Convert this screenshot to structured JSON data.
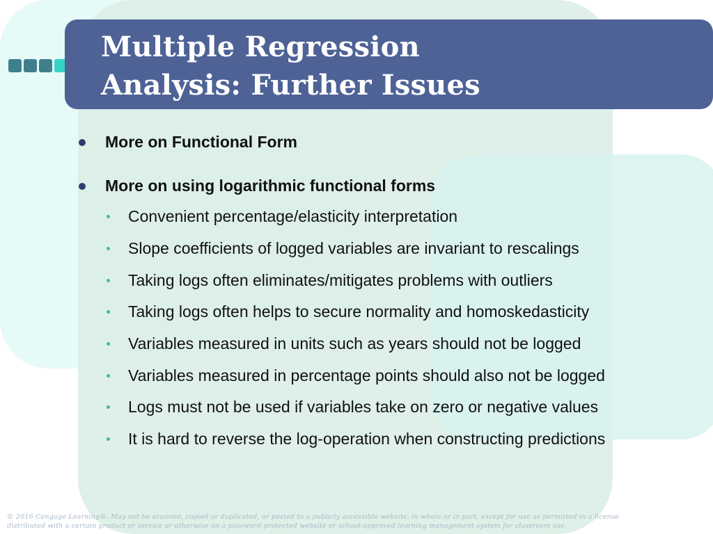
{
  "slide": {
    "title_line1": "Multiple Regression",
    "title_line2": "Analysis: Further Issues"
  },
  "bullets": [
    {
      "text": "More on Functional Form"
    },
    {
      "text": "More on using logarithmic functional forms"
    }
  ],
  "sub_bullets": [
    {
      "text": "Convenient percentage/elasticity interpretation"
    },
    {
      "text": "Slope coefficients of logged variables are invariant to rescalings"
    },
    {
      "text": "Taking logs often eliminates/mitigates problems with outliers"
    },
    {
      "text": "Taking logs often helps to secure normality and homoskedasticity"
    },
    {
      "text": "Variables measured in units such as years should not be logged"
    },
    {
      "text": "Variables measured in percentage points should also not be logged"
    },
    {
      "text": "Logs must not be used if variables take on zero or negative values"
    },
    {
      "text": "It is hard to reverse the log-operation when constructing predictions"
    }
  ],
  "footer": {
    "line1": "© 2016 Cengage Learning®. May not be scanned, copied or duplicated, or posted to a publicly accessible website, in whole or in part, except for use as permitted in a license",
    "line2": "distributed with a certain product or service or otherwise on a password-protected website or school-approved learning management system for classroom use."
  },
  "colors": {
    "title_bar": "#4e6296",
    "title_text": "#ffffff",
    "main_bullet": "#2e3d6e",
    "sub_bullet": "#41b8b0",
    "background_shapes": [
      "#e6faf8",
      "#dcefe6",
      "#d8f2ef"
    ],
    "footer_text": "#a8b8c8"
  }
}
